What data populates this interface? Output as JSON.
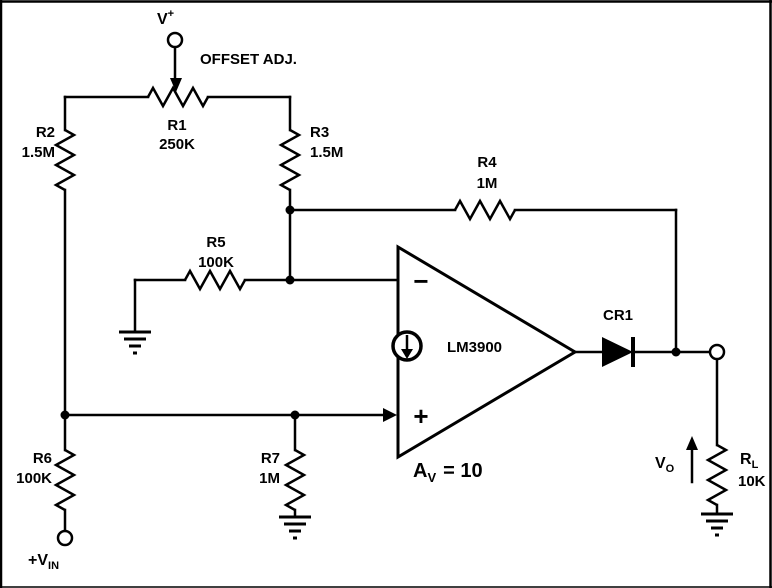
{
  "colors": {
    "ink": "#000000",
    "paper": "#ffffff"
  },
  "schematic": {
    "supply": {
      "base": "V",
      "sup": "+"
    },
    "offset_label": "OFFSET ADJ.",
    "r1": {
      "name": "R1",
      "value": "250K"
    },
    "r2": {
      "name": "R2",
      "value": "1.5M"
    },
    "r3": {
      "name": "R3",
      "value": "1.5M"
    },
    "r4": {
      "name": "R4",
      "value": "1M"
    },
    "r5": {
      "name": "R5",
      "value": "100K"
    },
    "r6": {
      "name": "R6",
      "value": "100K"
    },
    "r7": {
      "name": "R7",
      "value": "1M"
    },
    "rl": {
      "base": "R",
      "sub": "L",
      "value": "10K"
    },
    "opamp": {
      "part": "LM3900",
      "inverting": "−",
      "noninverting": "+"
    },
    "diode": {
      "name": "CR1"
    },
    "gain": {
      "base": "A",
      "sub": "V",
      "rest": "= 10"
    },
    "vout": {
      "base": "V",
      "sub": "O"
    },
    "vin": {
      "base": "+V",
      "sub": "IN"
    }
  }
}
